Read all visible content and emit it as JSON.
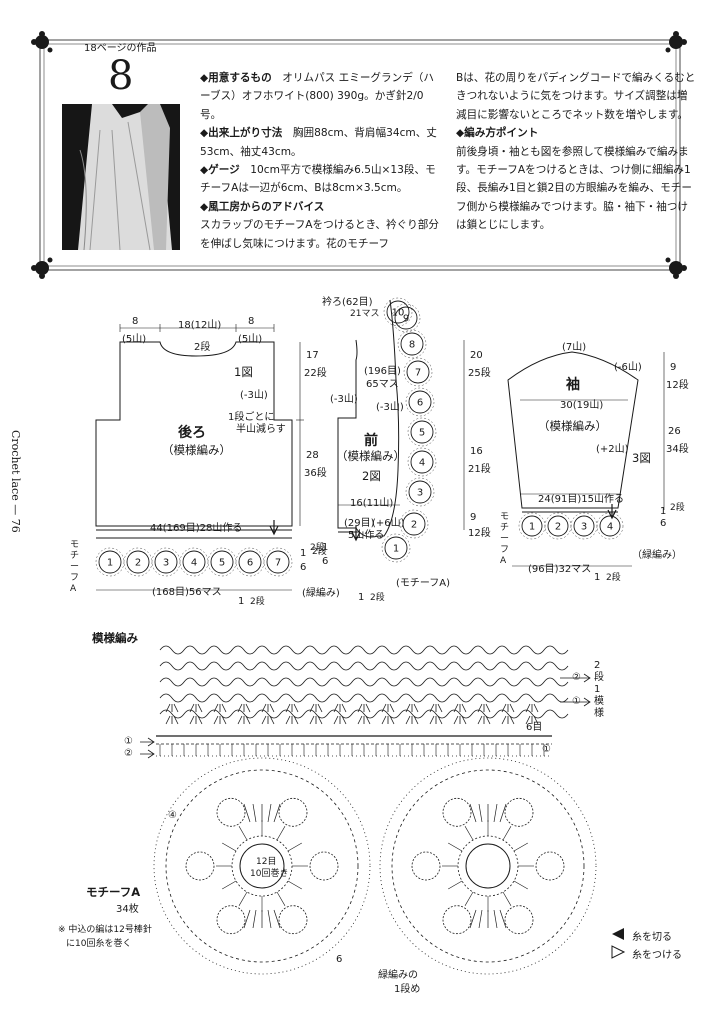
{
  "header": {
    "page_ref": "18ページの作品",
    "item_number": "8",
    "left_column": [
      {
        "head": "用意するもの",
        "text": "　オリムパス エミーグランデ（ハーブス）オフホワイト(800) 390g。かぎ針2/0号。"
      },
      {
        "head": "出来上がり寸法",
        "text": "　胸囲88cm、背肩幅34cm、丈53cm、袖丈43cm。"
      },
      {
        "head": "ゲージ",
        "text": "　10cm平方で模様編み6.5山×13段、モチーフAは一辺が6cm、Bは8cm×3.5cm。"
      },
      {
        "head": "風工房からのアドバイス",
        "text": ""
      },
      {
        "head": "",
        "text": "スカラップのモチーフAをつけるとき、衿ぐり部分を伸ばし気味につけます。花のモチーフ"
      }
    ],
    "right_column": [
      {
        "head": "",
        "text": "Bは、花の周りをパディングコードで編みくるむときつれないように気をつけます。サイズ調整は増減目に影響ないところでネット数を増やします。"
      },
      {
        "head": "編み方ポイント",
        "text": ""
      },
      {
        "head": "",
        "text": "前後身頃・袖とも図を参照して模様編みで編みます。モチーフAをつけるときは、つけ側に細編み1段、長編み1目と鎖2目の方眼編みを編み、モチーフ側から模様編みでつけます。脇・袖下・袖つけは鎖とじにします。"
      }
    ]
  },
  "side_text": "Crochet lace — 76",
  "back": {
    "title": "後ろ",
    "subtitle": "（模様編み）",
    "fig": "1図",
    "top_left": "8",
    "top_left_sub": "(5山)",
    "top_mid": "18(12山)",
    "top_right": "8",
    "top_right_sub": "(5山)",
    "neck": "2段",
    "dec_note1": "1段ごとに",
    "dec_note2": "半山減らす",
    "dec": "(-3山)",
    "right_top": "17",
    "right_top_sub": "22段",
    "right_bot": "28",
    "right_bot_sub": "36段",
    "bottom": "44(169目)28山作る",
    "motif_total": "(168目)56マス",
    "edge": "(緑編み)",
    "motif_label": "モチーフA",
    "bottom_right": "1",
    "bottom_right2": "6",
    "bottom_right_sub": "2段",
    "bottom_mid": "1",
    "bottom_mid_sub": "2段",
    "motifs": [
      "1",
      "2",
      "3",
      "4",
      "5",
      "6",
      "7"
    ]
  },
  "front": {
    "title": "前",
    "subtitle": "（模様編み）",
    "fig": "2図",
    "neck_top": "衿ろ(62目)",
    "neck_top2": "21マス",
    "neck_mid": "(196目)",
    "neck_mid2": "65マス",
    "dec_left": "(-3山)",
    "dec_mid": "(-3山)",
    "right_top": "20",
    "right_top_sub": "25段",
    "right_mid": "16",
    "right_mid_sub": "21段",
    "right_bot": "9",
    "right_bot_sub": "12段",
    "width": "16(11山)",
    "cast": "(29目)",
    "inc": "(+6山)",
    "cast2": "5山作る",
    "motif_label": "(モチーフA)",
    "bottom_left": "1",
    "bottom_left2": "6",
    "bottom_left_sub": "2段",
    "bottom_mid": "1",
    "bottom_mid_sub": "2段",
    "motifs": [
      "1",
      "2",
      "3",
      "4",
      "5",
      "6",
      "7",
      "8",
      "9",
      "10"
    ]
  },
  "sleeve": {
    "title": "袖",
    "subtitle": "（模様編み）",
    "fig": "3図",
    "top": "(7山)",
    "dec": "(-6山)",
    "mid": "30(19山)",
    "inc": "(+2山)",
    "right_top": "9",
    "right_top_sub": "12段",
    "right_bot": "26",
    "right_bot_sub": "34段",
    "bottom": "24(91目)15山作る",
    "motif_total": "(96目)32マス",
    "edge": "（緑編み）",
    "motif_label": "モチーフA",
    "bottom_right": "1",
    "bottom_right2": "6",
    "bottom_right_sub": "2段",
    "bottom_mid": "1",
    "bottom_mid_sub": "2段",
    "motifs": [
      "1",
      "2",
      "3",
      "4"
    ]
  },
  "chart": {
    "title": "模様編み",
    "repeat": "2段1模様",
    "row6": "6目",
    "marks": [
      "②",
      "①",
      "①",
      "②",
      "①"
    ],
    "motif_title": "モチーフA",
    "motif_count": "34枚",
    "center_label1": "12目",
    "center_label2": "10回巻き",
    "note1": "※ 中込の編は12号棒針",
    "note2": "に10回糸を巻く",
    "edge_note1": "緑編みの",
    "edge_note2": "1段め",
    "legend_cut": "糸を切る",
    "legend_attach": "糸をつける",
    "row_num": "6",
    "round_num": "④"
  },
  "colors": {
    "ink": "#1a1a1a",
    "paper": "#ffffff"
  }
}
